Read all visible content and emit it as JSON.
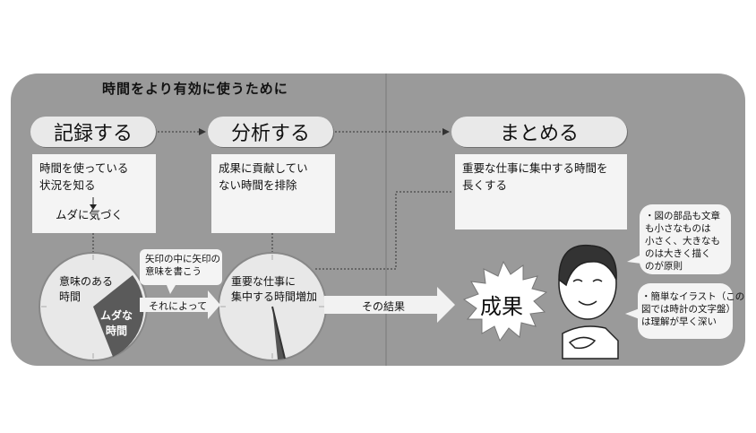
{
  "title": "時間をより有効に使うために",
  "steps": [
    {
      "label": "記録する"
    },
    {
      "label": "分析する"
    },
    {
      "label": "まとめる"
    }
  ],
  "boxes": {
    "record": {
      "line1": "時間を使っている",
      "line2": "状況を知る",
      "sub": "ムダに気づく"
    },
    "analyze": {
      "line1": "成果に貢献してい",
      "line2": "ない時間を排除"
    },
    "summarize": {
      "line1": "重要な仕事に集中する時間を",
      "line2": "長くする"
    }
  },
  "clock1": {
    "label1": "意味のある",
    "label2": "時間",
    "wedge1": "ムダな",
    "wedge2": "時間"
  },
  "clock2": {
    "label1": "重要な仕事に",
    "label2": "集中する時間増加"
  },
  "callout": {
    "line1": "矢印の中に矢印の",
    "line2": "意味を書こう"
  },
  "arrows": {
    "by": "それによって",
    "result": "その結果"
  },
  "burst": "成果",
  "bubbles": {
    "top": [
      "・図の部品も文章",
      "も小さなものは",
      "小さく、大きなも",
      "のは大きく描く",
      "のが原則"
    ],
    "bottom": [
      "・簡単なイラスト（この",
      "図では時計の文字盤）",
      "は理解が早く深い"
    ]
  },
  "colors": {
    "panel": "#9a9a9a",
    "pill": "#e9e9e9",
    "box": "#f4f4f4",
    "wedge": "#555555"
  }
}
